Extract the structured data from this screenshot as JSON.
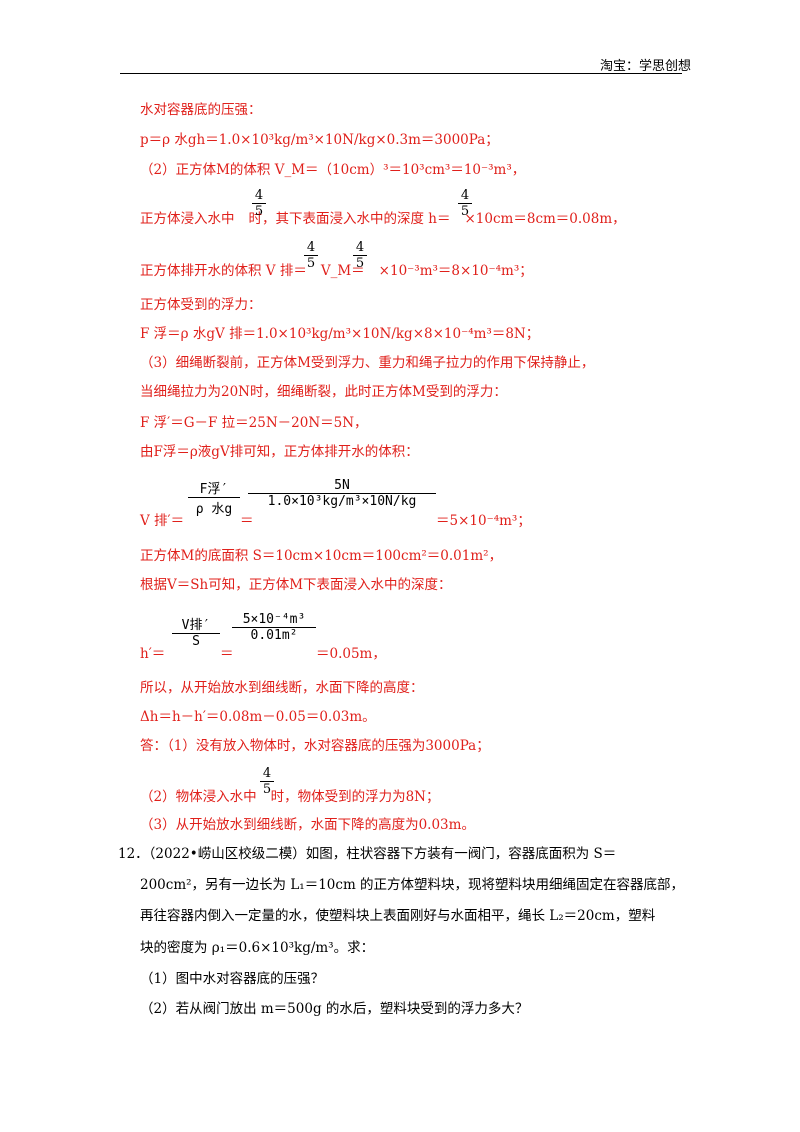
{
  "header": {
    "title": "淘宝：学思创想"
  },
  "solution": {
    "l1": "水对容器底的压强：",
    "l2": "p＝ρ 水gh＝1.0×10³kg/m³×10N/kg×0.3m＝3000Pa；",
    "l3": "（2）正方体M的体积 V_M＝（10cm）³＝10³cm³＝10⁻³m³，",
    "l4a": "正方体浸入水中",
    "l4b": "时，其下表面浸入水中的深度 h＝",
    "l4c": "×10cm＝8cm＝0.08m，",
    "frac_num": "4",
    "frac_den": "5",
    "l5a": "正方体排开水的体积 V 排＝",
    "l5b": "V_M＝",
    "l5c": "×10⁻³m³＝8×10⁻⁴m³；",
    "l6": "正方体受到的浮力：",
    "l7": "F 浮＝ρ 水gV 排＝1.0×10³kg/m³×10N/kg×8×10⁻⁴m³＝8N；",
    "l8": "（3）细绳断裂前，正方体M受到浮力、重力和绳子拉力的作用下保持静止，",
    "l9": "当细绳拉力为20N时，细绳断裂，此时正方体M受到的浮力：",
    "l10": "F 浮′＝G－F 拉＝25N－20N＝5N，",
    "l11": "由F浮＝ρ液gV排可知，正方体排开水的体积：",
    "l12a": "V 排′＝",
    "l12_num1": "F浮′",
    "l12_den1": "ρ 水g",
    "l12_eq": "＝",
    "l12_num2": "5N",
    "l12_den2": "1.0×10³kg/m³×10N/kg",
    "l12b": "＝5×10⁻⁴m³；",
    "l13": "正方体M的底面积 S＝10cm×10cm＝100cm²＝0.01m²，",
    "l14": "根据V＝Sh可知，正方体M下表面浸入水中的深度：",
    "l15a": "h′＝",
    "l15_num1": "V排′",
    "l15_den1": "S",
    "l15_eq": "＝",
    "l15_num2": "5×10⁻⁴m³",
    "l15_den2": "0.01m²",
    "l15b": "＝0.05m，",
    "l16": "所以，从开始放水到细线断，水面下降的高度：",
    "l17": "Δh＝h－h′＝0.08m－0.05＝0.03m。",
    "l18": "答：（1）没有放入物体时，水对容器底的压强为3000Pa；",
    "l19a": "（2）物体浸入水中",
    "l19b": "时，物体受到的浮力为8N；",
    "l20": "（3）从开始放水到细线断，水面下降的高度为0.03m。"
  },
  "question": {
    "q1": "12．（2022•崂山区校级二模）如图，柱状容器下方装有一阀门，容器底面积为 S＝",
    "q2": "200cm²，另有一边长为 L₁＝10cm 的正方体塑料块，现将塑料块用细绳固定在容器底部，",
    "q3": "再往容器内倒入一定量的水，使塑料块上表面刚好与水面相平，绳长 L₂＝20cm，塑料",
    "q4": "块的密度为 ρ₁＝0.6×10³kg/m³。求：",
    "q5": "（1）图中水对容器底的压强？",
    "q6": "（2）若从阀门放出 m＝500g 的水后，塑料块受到的浮力多大？"
  }
}
